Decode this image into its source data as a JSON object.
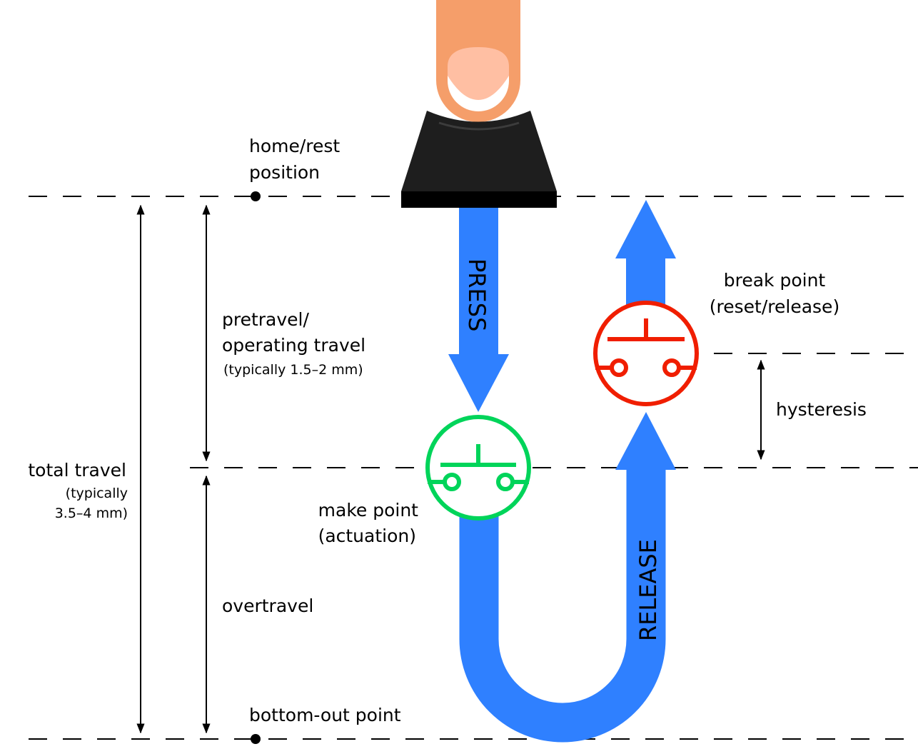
{
  "colors": {
    "flow_arrow": "#2f80ff",
    "make_symbol": "#00d45a",
    "break_symbol": "#f01e00",
    "keycap": "#1e1e1e",
    "keycap_base": "#000000",
    "finger": "#f59e6a",
    "nail": "#ffbfa3"
  },
  "icons": {
    "finger": "finger-pressing-icon",
    "keycap": "keycap-icon",
    "make_switch": "switch-closed-icon",
    "break_switch": "switch-open-icon"
  },
  "labels": {
    "home_line1": "home/rest",
    "home_line2": "position",
    "pretravel_line1": "pretravel/",
    "pretravel_line2": "operating travel",
    "pretravel_note": "(typically 1.5–2 mm)",
    "total_line1": "total travel",
    "total_note1": "(typically",
    "total_note2": "3.5–4 mm)",
    "make_line1": "make point",
    "make_line2": "(actuation)",
    "overtravel": "overtravel",
    "bottom_out": "bottom-out point",
    "break_line1": "break point",
    "break_line2": "(reset/release)",
    "hysteresis": "hysteresis",
    "press": "PRESS",
    "release": "RELEASE"
  }
}
